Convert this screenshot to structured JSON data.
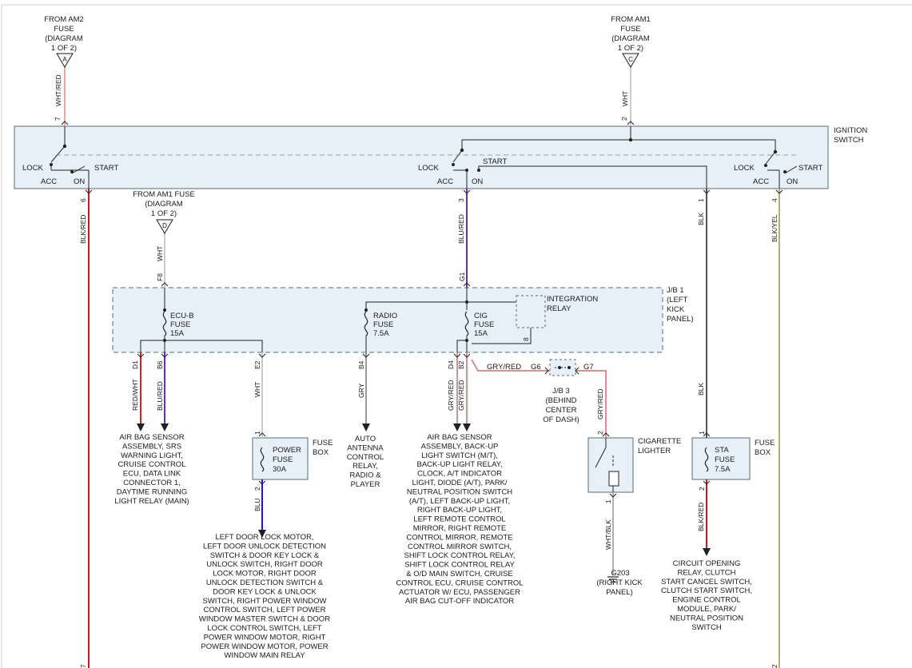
{
  "sources": {
    "am2": {
      "lines": [
        "FROM AM2",
        "FUSE",
        "(DIAGRAM",
        "1 OF 2)"
      ],
      "connector": "A"
    },
    "am1_top": {
      "lines": [
        "FROM AM1",
        "FUSE",
        "(DIAGRAM",
        "1 OF 2)"
      ],
      "connector": "C"
    },
    "am1_mid": {
      "lines": [
        "FROM AM1 FUSE",
        "(DIAGRAM",
        "1 OF 2)"
      ],
      "connector": "D"
    }
  },
  "ignition_switch": {
    "label": [
      "IGNITION",
      "SWITCH"
    ],
    "positions": {
      "lock": "LOCK",
      "acc": "ACC",
      "on": "ON",
      "start": "START"
    }
  },
  "jb1": {
    "label": [
      "J/B 1",
      "(LEFT",
      "KICK",
      "PANEL)"
    ]
  },
  "jb3": {
    "label": [
      "J/B 3",
      "(BEHIND",
      "CENTER",
      "OF DASH)"
    ]
  },
  "fuses": {
    "ecu_b": [
      "ECU-B",
      "FUSE",
      "15A"
    ],
    "radio": [
      "RADIO",
      "FUSE",
      "7.5A"
    ],
    "cig": [
      "CIG",
      "FUSE",
      "15A"
    ],
    "power": [
      "POWER",
      "FUSE",
      "30A"
    ],
    "sta": [
      "STA",
      "FUSE",
      "7.5A"
    ]
  },
  "integration_relay": [
    "INTEGRATION",
    "RELAY"
  ],
  "fuse_box_label": [
    "FUSE",
    "BOX"
  ],
  "cigarette_lighter": [
    "CIGARETTE",
    "LIGHTER"
  ],
  "ground": {
    "id": "G203",
    "lines": [
      "(RIGHT KICK",
      "PANEL)"
    ]
  },
  "wires": {
    "wht_red": "WHT/RED",
    "wht": "WHT",
    "blk_red": "BLK/RED",
    "blu_red": "BLU/RED",
    "blk": "BLK",
    "blk_yel": "BLK/YEL",
    "red_wht": "RED/WHT",
    "gry": "GRY",
    "gry_red": "GRY/RED",
    "blu": "BLU",
    "wht_blk": "WHT/BLK"
  },
  "pins": {
    "p7": "7",
    "p2": "2",
    "p6": "6",
    "p3": "3",
    "p1": "1",
    "p4": "4",
    "f8": "F8",
    "g1": "G1",
    "p8": "8",
    "d1": "D1",
    "b6": "B6",
    "e2": "E2",
    "b4": "B4",
    "d4": "D4",
    "b2": "B2",
    "g6": "G6",
    "g7": "G7"
  },
  "destinations": {
    "airbag_srs": [
      "AIR BAG SENSOR",
      "ASSEMBLY, SRS",
      "WARNING LIGHT,",
      "CRUISE CONTROL",
      "ECU, DATA LINK",
      "CONNECTOR 1,",
      "DAYTIME RUNNING",
      "LIGHT RELAY (MAIN)"
    ],
    "auto_antenna": [
      "AUTO",
      "ANTENNA",
      "CONTROL",
      "RELAY,",
      "RADIO &",
      "PLAYER"
    ],
    "airbag_backup": [
      "AIR BAG SENSOR",
      "ASSEMBLY, BACK-UP",
      "LIGHT SWITCH (M/T),",
      "BACK-UP LIGHT RELAY,",
      "CLOCK, A/T INDICATOR",
      "LIGHT, DIODE (A/T), PARK/",
      "NEUTRAL POSITION SWITCH",
      "(A/T), LEFT BACK-UP LIGHT,",
      "RIGHT BACK-UP LIGHT,",
      "LEFT REMOTE CONTROL",
      "MIRROR, RIGHT REMOTE",
      "CONTROL MIRROR, REMOTE",
      "CONTROL MIRROR SWITCH,",
      "SHIFT LOCK CONTROL RELAY,",
      "SHIFT LOCK CONTROL RELAY",
      "& O/D MAIN SWITCH, CRUISE",
      "CONTROL ECU, CRUISE CONTROL",
      "ACTUATOR W/ ECU, PASSENGER",
      "AIR BAG CUT-OFF INDICATOR"
    ],
    "door_lock": [
      "LEFT DOOR LOCK MOTOR,",
      "LEFT DOOR UNLOCK DETECTION",
      "SWITCH & DOOR KEY LOCK &",
      "UNLOCK SWITCH, RIGHT DOOR",
      "LOCK MOTOR, RIGHT DOOR",
      "UNLOCK DETECTION SWITCH &",
      "DOOR KEY LOCK & UNLOCK",
      "SWITCH, RIGHT POWER WINDOW",
      "CONTROL SWITCH, LEFT POWER",
      "WINDOW MASTER SWITCH & DOOR",
      "LOCK CONTROL SWITCH, LEFT",
      "POWER WINDOW MOTOR, RIGHT",
      "POWER WINDOW MOTOR, POWER",
      "WINDOW MAIN RELAY"
    ],
    "circuit_opening": [
      "CIRCUIT OPENING",
      "RELAY, CLUTCH",
      "START CANCEL SWITCH,",
      "CLUTCH START SWITCH,",
      "ENGINE CONTROL",
      "MODULE, PARK/",
      "NEUTRAL POSITION",
      "SWITCH"
    ]
  },
  "colors": {
    "wht_red": "#e2a8a8",
    "wht": "#cccccc",
    "blk_red": "#b22222",
    "blu_red": "#6a2cc8",
    "blk": "#555555",
    "blk_yel": "#b8b06a",
    "red_wht": "#d42020",
    "gry": "#999999",
    "gry_red": "#d99090",
    "blu": "#1a1ad4",
    "wht_blk": "#b0b0b0",
    "panel_fill": "#e6f0f6",
    "panel_border": "#5a6a78"
  }
}
